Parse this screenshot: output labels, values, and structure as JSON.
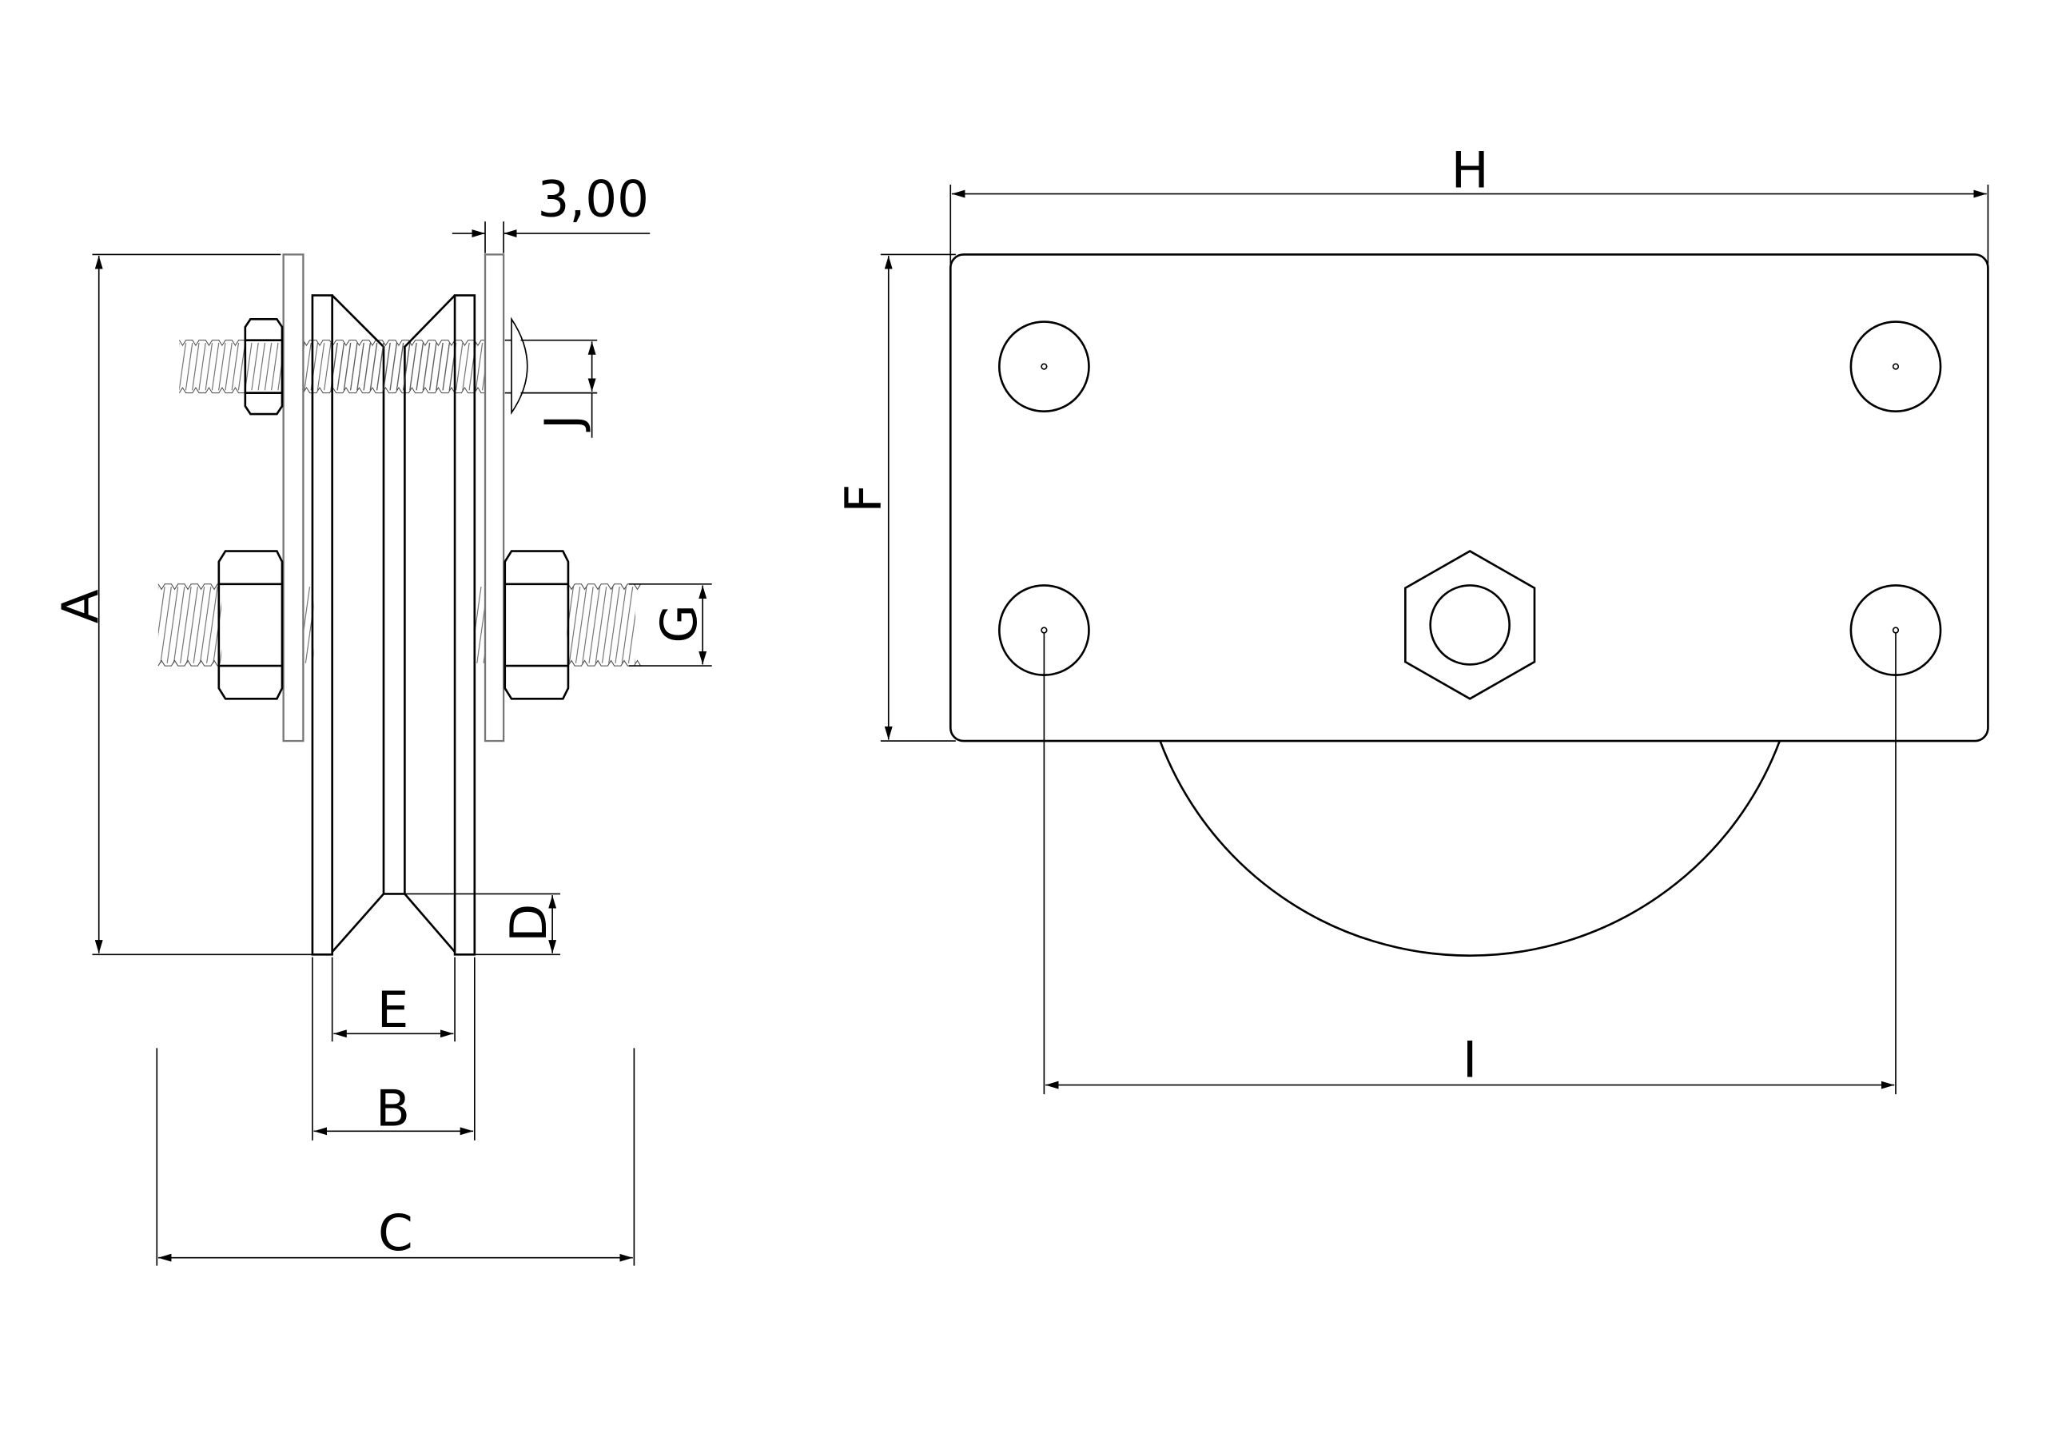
{
  "labels": {
    "A": "A",
    "B": "B",
    "C": "C",
    "D": "D",
    "E": "E",
    "F": "F",
    "G": "G",
    "H": "H",
    "I": "I",
    "J": "J",
    "thickness": "3,00"
  }
}
